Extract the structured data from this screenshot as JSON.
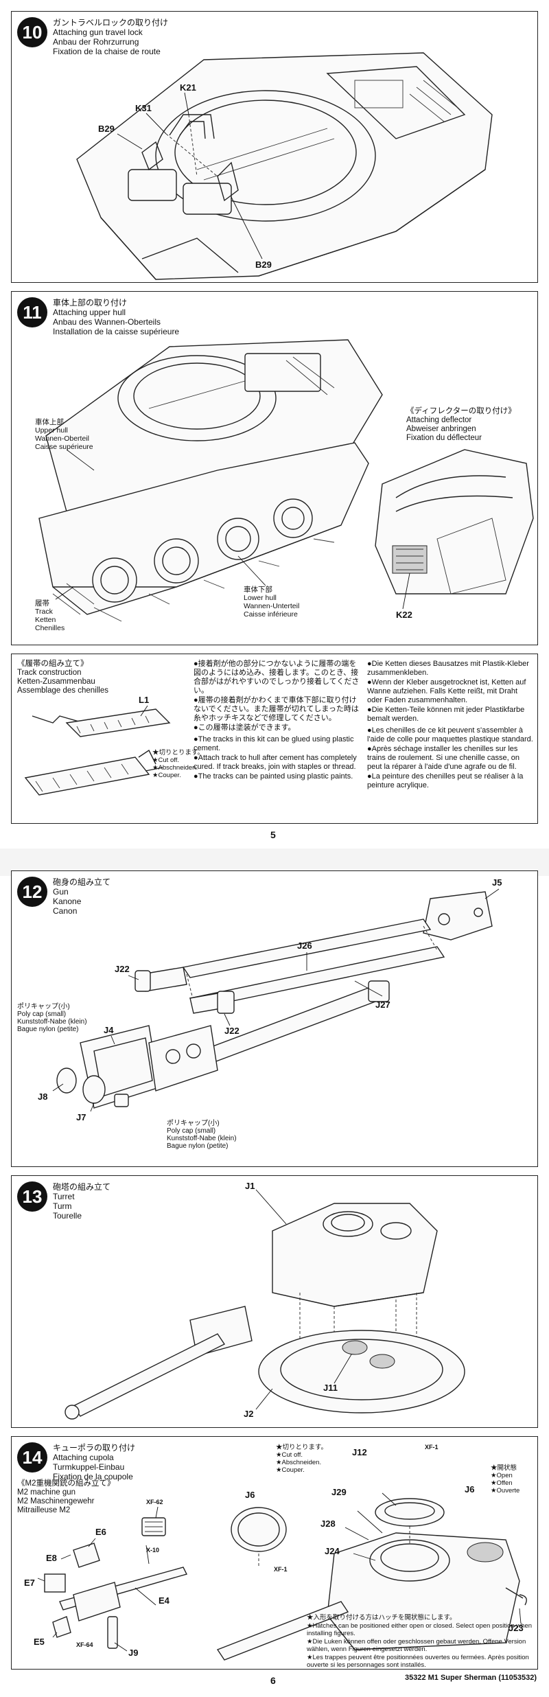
{
  "step10": {
    "number": "10",
    "title_jp": "ガントラベルロックの取り付け",
    "title_en": "Attaching gun travel lock",
    "title_de": "Anbau der Rohrzurrung",
    "title_fr": "Fixation de la chaise de route",
    "parts": [
      "K21",
      "K31",
      "B29",
      "B29"
    ]
  },
  "step11": {
    "number": "11",
    "title_jp": "車体上部の取り付け",
    "title_en": "Attaching upper hull",
    "title_de": "Anbau des Wannen-Oberteils",
    "title_fr": "Installation de la caisse supérieure",
    "upper_hull": [
      "車体上部",
      "Upper hull",
      "Wannen-Oberteil",
      "Caisse supérieure"
    ],
    "track": [
      "履帯",
      "Track",
      "Ketten",
      "Chenilles"
    ],
    "lower_hull": [
      "車体下部",
      "Lower hull",
      "Wannen-Unterteil",
      "Caisse inférieure"
    ],
    "deflector": [
      "《ディフレクターの取り付け》",
      "Attaching deflector",
      "Abweiser anbringen",
      "Fixation du déflecteur"
    ],
    "part_k22": "K22"
  },
  "track_box": {
    "title": [
      "《履帯の組み立て》",
      "Track construction",
      "Ketten-Zusammenbau",
      "Assemblage des chenilles"
    ],
    "part_l1": "L1",
    "cutoff": [
      "★切りとります。",
      "★Cut off.",
      "★Abschneiden.",
      "★Couper."
    ],
    "jp_text": [
      "●接着剤が他の部分につかないように履帯の端を図のようにはめ込み、接着します。このとき、接合部がはがれやすいのでしっかり接着してください。",
      "●履帯の接着剤がかわくまで車体下部に取り付けないでください。また履帯が切れてしまった時は糸やホッチキスなどで修理してください。",
      "●この履帯は塗装ができます。"
    ],
    "en_text": [
      "●The tracks in this kit can be glued using plastic cement.",
      "●Attach track to hull after cement has completely cured. If track breaks, join with staples or thread.",
      "●The tracks can be painted using plastic paints."
    ],
    "de_text": [
      "●Die Ketten dieses Bausatzes mit Plastik-Kleber zusammenkleben.",
      "●Wenn der Kleber ausgetrocknet ist, Ketten auf Wanne aufziehen. Falls Kette reißt, mit Draht oder Faden zusammenhalten.",
      "●Die Ketten-Teile können mit jeder Plastikfarbe bemalt werden."
    ],
    "fr_text": [
      "●Les chenilles de ce kit peuvent s'assembler à l'aide de colle pour maquettes plastique standard.",
      "●Après séchage installer les chenilles sur les trains de roulement. Si une chenille casse, on peut la réparer à l'aide d'une agrafe ou de fil.",
      "●La peinture des chenilles peut se réaliser à la peinture acrylique."
    ]
  },
  "page5": "5",
  "step12": {
    "number": "12",
    "title_jp": "砲身の組み立て",
    "title_en": "Gun",
    "title_de": "Kanone",
    "title_fr": "Canon",
    "parts": [
      "J5",
      "J26",
      "J22",
      "J27",
      "J22",
      "J4",
      "J8",
      "J7"
    ],
    "polycap1": [
      "ポリキャップ(小)",
      "Poly cap (small)",
      "Kunststoff-Nabe (klein)",
      "Bague nylon (petite)"
    ],
    "polycap2": [
      "ポリキャップ(小)",
      "Poly cap (small)",
      "Kunststoff-Nabe (klein)",
      "Bague nylon (petite)"
    ]
  },
  "step13": {
    "number": "13",
    "title_jp": "砲塔の組み立て",
    "title_en": "Turret",
    "title_de": "Turm",
    "title_fr": "Tourelle",
    "parts": [
      "J1",
      "J11",
      "J2"
    ]
  },
  "step14": {
    "number": "14",
    "title_jp": "キューポラの取り付け",
    "title_en": "Attaching cupola",
    "title_de": "Turmkuppel-Einbau",
    "title_fr": "Fixation de la coupole",
    "mg_title": [
      "《M2重機関銃の組み立て》",
      "M2 machine gun",
      "M2 Maschinengewehr",
      "Mitrailleuse M2"
    ],
    "cutoff": [
      "★切りとります。",
      "★Cut off.",
      "★Abschneiden.",
      "★Couper."
    ],
    "open_label": [
      "★開状態",
      "★Open",
      "★Offen",
      "★Ouverte"
    ],
    "parts_mg": [
      "XF-62",
      "E6",
      "E8",
      "X-10",
      "E7",
      "E4",
      "E5",
      "XF-64",
      "J9"
    ],
    "parts_cupola": [
      "J6",
      "XF-1",
      "J12",
      "XF-1",
      "J29",
      "J6",
      "J28",
      "J24",
      "J23"
    ],
    "hatch_text": [
      "★入形を取り付ける方はハッチを開状態にします。",
      "★Hatches can be positioned either open or closed. Select open position when installing figures.",
      "★Die Luken können offen oder geschlossen gebaut werden. Offene Version wählen, wenn Figuren eingesetzt werden.",
      "★Les trappes peuvent être positionnées ouvertes ou fermées. Après position ouverte si les personnages sont installés."
    ]
  },
  "page6": "6",
  "footer": "35322 M1 Super Sherman (11053532)"
}
